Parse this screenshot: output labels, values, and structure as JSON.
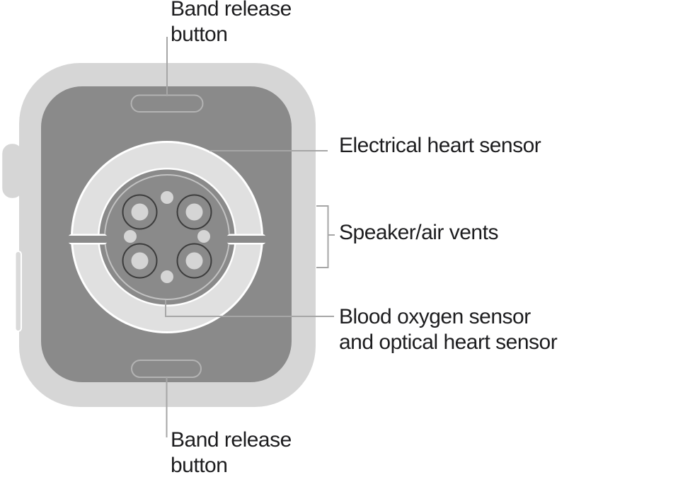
{
  "figure": {
    "title": "Apple Watch back diagram",
    "labels": {
      "band_release_top": "Band release\nbutton",
      "electrical_heart_sensor": "Electrical heart sensor",
      "speaker_air_vents": "Speaker/air vents",
      "blood_oxygen": "Blood oxygen sensor\nand optical heart sensor",
      "band_release_bottom": "Band release\nbutton"
    },
    "colors": {
      "background": "#ffffff",
      "case": "#d6d6d6",
      "back_panel": "#8a8a8a",
      "sensor_ring": "#e0e0e0",
      "sensor_dot": "#d5d5d5",
      "sensor_lens_outline": "#3c3c3c",
      "trim_circle": "#c2c2c2",
      "pill_outline": "#b3b3b3",
      "leader_line": "#a6a6a6",
      "text": "#1d1d1f"
    }
  }
}
